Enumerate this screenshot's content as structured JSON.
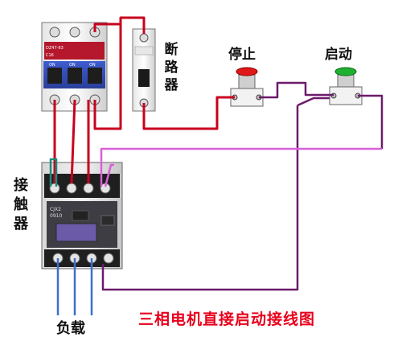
{
  "labels": {
    "breaker_chars": [
      "断",
      "路",
      "器"
    ],
    "stop": "停止",
    "start": "启动",
    "contactor_chars": [
      "接",
      "触",
      "器"
    ],
    "load": "负载",
    "title": "三相电机直接启动接线图"
  },
  "device_text": {
    "breaker3_model": "DZ47-63",
    "breaker3_rating": "C16",
    "breaker3_switch": [
      "ON",
      "ON",
      "ON"
    ],
    "contactor_model": "CJX2",
    "contactor_code": "0910"
  },
  "colors": {
    "phase_wire": "#c8001e",
    "control_wire_purple": "#6c1a6c",
    "control_wire_magenta": "#d860d8",
    "load_wire": "#3a6fd0",
    "aux_wire_teal": "#1f8a7a",
    "title_red": "#e8001c",
    "stop_button": "#e01818",
    "start_button": "#20b030"
  }
}
